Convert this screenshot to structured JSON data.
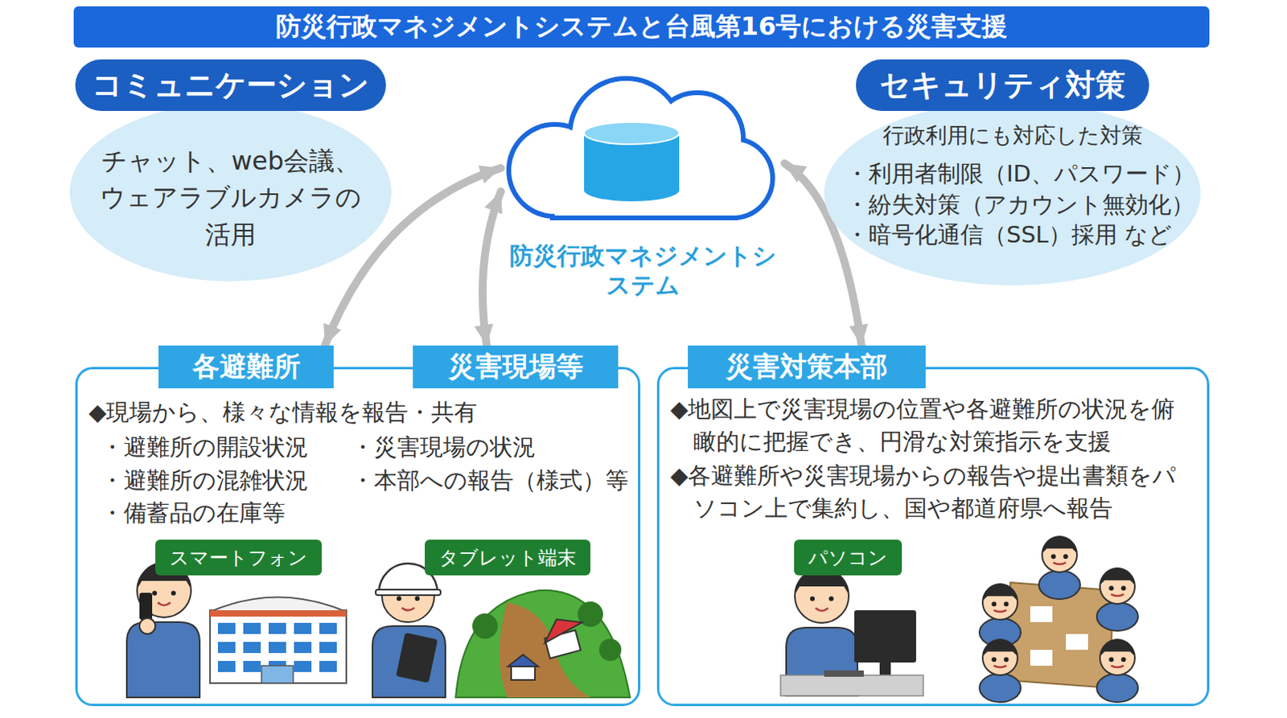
{
  "diagram": {
    "title": "防災行政マネジメントシステムと台風第16号における災害支援",
    "nodes": [
      {
        "text": [
          "コミュニケーション"
        ]
      },
      {
        "text": [
          "チャット、web会議、ウェアラブルカメラの活用"
        ]
      },
      {
        "text": [
          "セキュリティ対策"
        ]
      },
      {
        "text": [
          "行政利用にも対応した対策",
          "・利用者制限（ID、パスワード）",
          "・紛失対策（アカウント無効化）",
          "・暗号化通信（SSL）採用 など"
        ]
      },
      {
        "text": [
          "防災行政マネジメントシステム"
        ]
      },
      {
        "text": [
          "◆現場から、様々な情報を報告・共有",
          "・避難所の開設状況",
          "・災害現場の状況",
          "・避難所の混雑状況",
          "・本部への報告（様式）等",
          "・備蓄品の在庫等"
        ]
      },
      {
        "text": [
          "各避難所"
        ],
        "in": 5
      },
      {
        "text": [
          "災害現場等"
        ],
        "in": 5
      },
      {
        "text": [
          "スマートフォン"
        ],
        "in": 5
      },
      {
        "text": [
          "タブレット端末"
        ],
        "in": 5
      },
      {
        "text": [
          "◆地図上で災害現場の位置や各避難所の状況を俯瞰的に把握でき、円滑な対策指示を支援",
          "◆各避難所や災害現場からの報告や提出書類をパソコン上で集約し、国や都道府県へ報告"
        ]
      },
      {
        "text": [
          "災害対策本部"
        ],
        "in": 10
      },
      {
        "text": [
          "パソコン"
        ],
        "in": 10
      }
    ],
    "edges": [
      {
        "from": 4,
        "to": 6,
        "arrow": "both"
      },
      {
        "from": 4,
        "to": 7,
        "arrow": "both"
      },
      {
        "from": 4,
        "to": 11,
        "arrow": "both"
      }
    ]
  }
}
